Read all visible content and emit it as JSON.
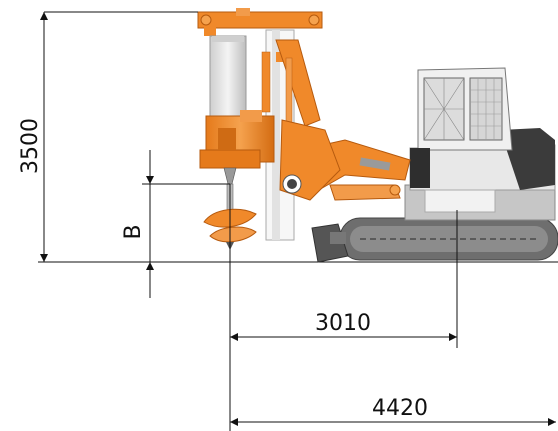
{
  "dimensions": {
    "height_total": "3500",
    "auger_depth_label": "B",
    "reach_to_tracks": "3010",
    "overall_length": "4420"
  },
  "colors": {
    "accent": "#F0892A",
    "accent_dark": "#D46C12",
    "body_light": "#E6E6E6",
    "body_mid": "#BDBDBD",
    "body_dark": "#3B3B3B",
    "track": "#6E6E6E",
    "ink": "#111111"
  }
}
